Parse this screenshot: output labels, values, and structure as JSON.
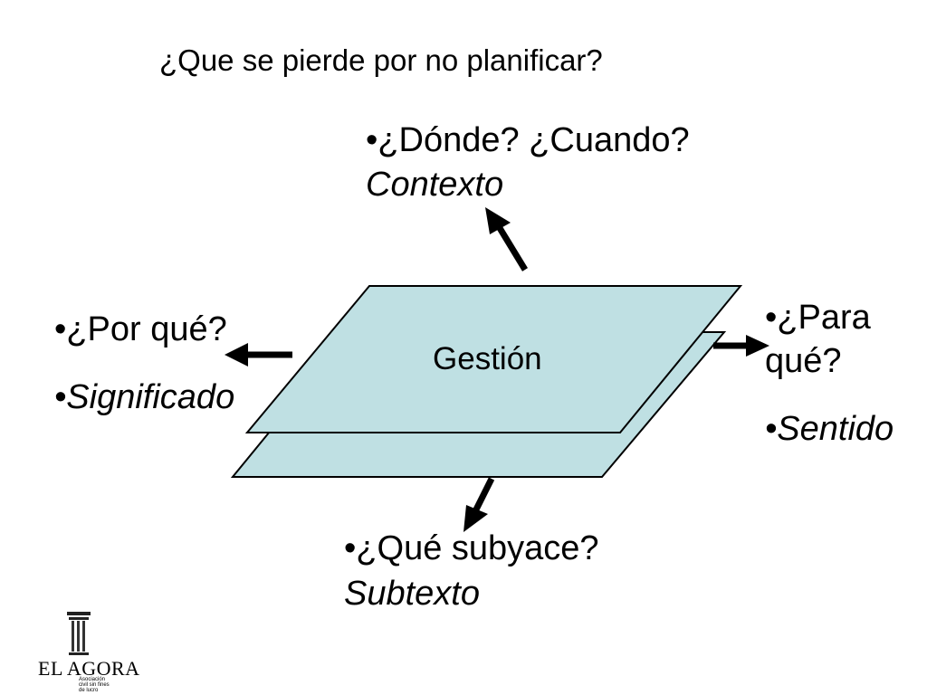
{
  "title": "¿Que se pierde por no planificar?",
  "center": {
    "label": "Gestión"
  },
  "top": {
    "question": "•¿Dónde? ¿Cuando?",
    "answer": "Contexto"
  },
  "left": {
    "question": "•¿Por qué?",
    "answer": "•Significado"
  },
  "right": {
    "question_line1": "•¿Para",
    "question_line2": "qué?",
    "answer": "•Sentido"
  },
  "bottom": {
    "question": "•¿Qué subyace?",
    "answer": "Subtexto"
  },
  "logo": {
    "name": "EL AGORA",
    "subtitle": "Asociación civil sin fines de lucro",
    "icon": "column-pillar-icon"
  },
  "colors": {
    "plane_fill": "#bfe0e3",
    "plane_stroke": "#000000",
    "arrow": "#000000",
    "text": "#000000"
  }
}
